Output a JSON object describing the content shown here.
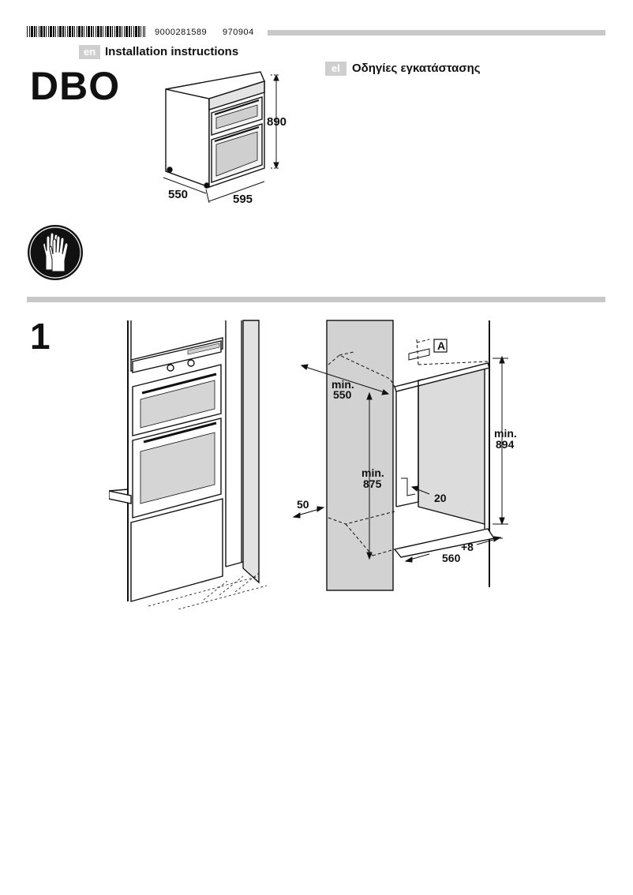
{
  "header": {
    "doc_number": "9000281589",
    "doc_date": "970904",
    "model": "DBO"
  },
  "languages": [
    {
      "code": "en",
      "title": "Installation instructions"
    },
    {
      "code": "el",
      "title": "Οδηγίες εγκατάστασης"
    }
  ],
  "oven_dimensions": {
    "height": "890",
    "depth": "550",
    "width": "595"
  },
  "icons": {
    "safety": "gloves-icon"
  },
  "step1": {
    "number": "1",
    "marker": "A",
    "dims": {
      "depth_label": "min.",
      "depth_value": "550",
      "height_label": "min.",
      "height_value": "875",
      "right_label": "min.",
      "right_value": "894",
      "gap_top": "20",
      "gap_front": "50",
      "width": "560",
      "width_tol": "+8"
    }
  }
}
